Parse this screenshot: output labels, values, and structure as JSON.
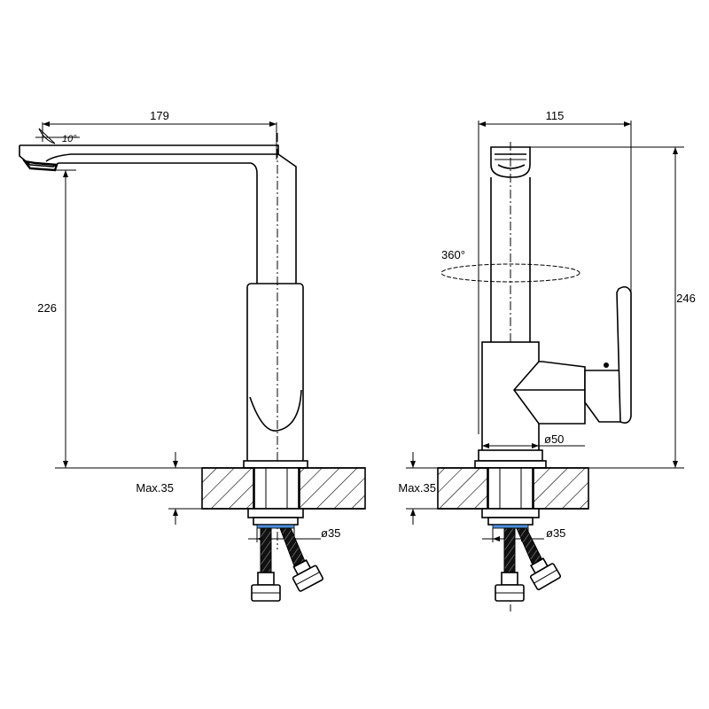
{
  "left_view": {
    "spout_reach": "179",
    "spout_angle": "10°",
    "spout_height": "226",
    "deck_thickness": "Max.35",
    "hole_diameter": "ø35"
  },
  "right_view": {
    "body_width": "115",
    "total_height": "246",
    "rotation": "360°",
    "base_diameter": "ø50",
    "deck_thickness": "Max.35",
    "hole_diameter": "ø35"
  }
}
